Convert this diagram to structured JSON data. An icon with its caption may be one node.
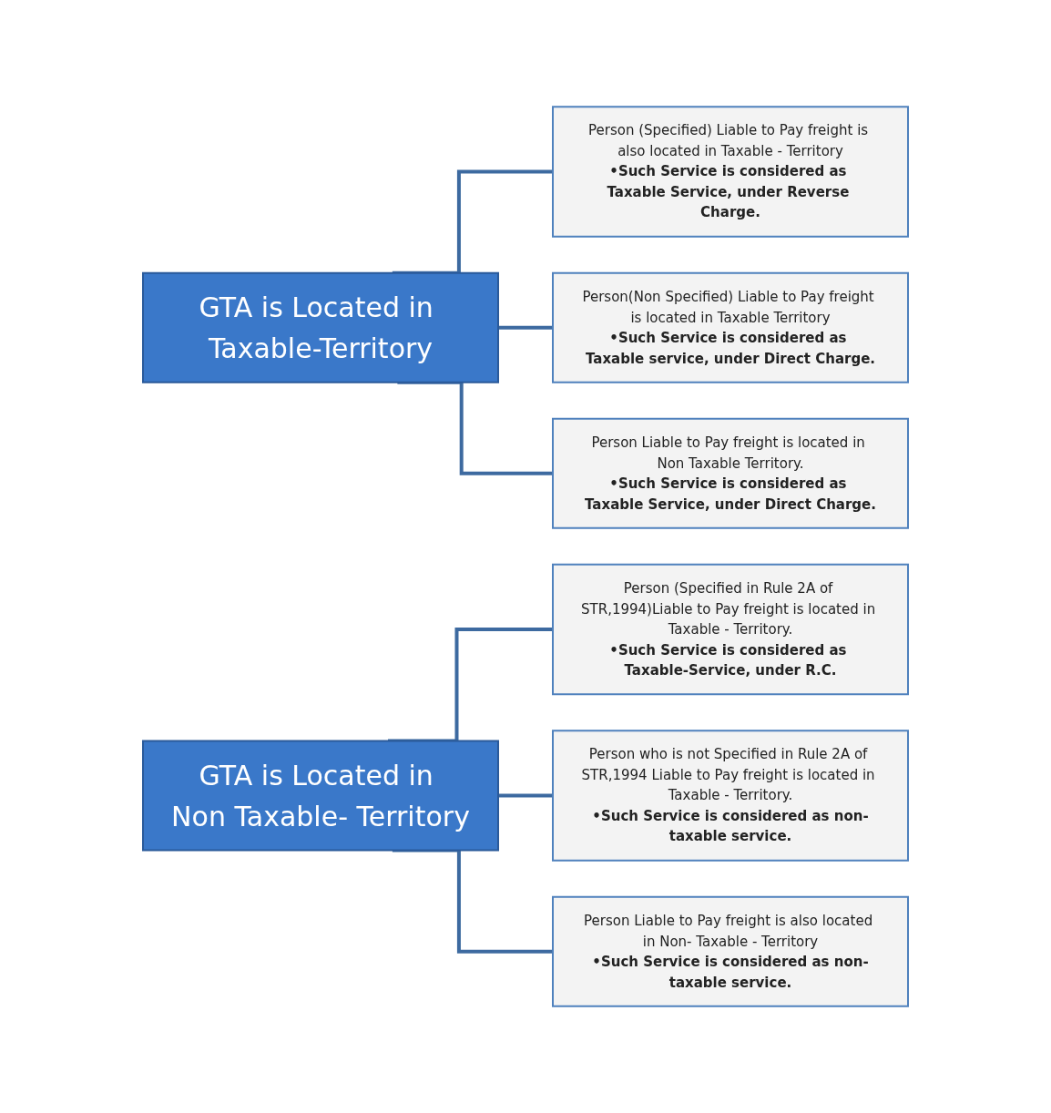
{
  "diagram": {
    "nodes": [
      {
        "text": [
          "GTA is Located in Taxable-Territory"
        ]
      },
      {
        "text": [
          "Person (Specified) Liable to Pay freight is also located in Taxable - Territory",
          "•Such Service is considered as Taxable Service, under Reverse Charge."
        ]
      },
      {
        "text": [
          "Person(Non Specified) Liable to Pay freight is located in Taxable Territory",
          "•Such Service is considered as Taxable service, under Direct Charge."
        ]
      },
      {
        "text": [
          "Person Liable to Pay freight is located in Non Taxable Territory.",
          "•Such Service is considered as Taxable Service, under Direct Charge."
        ]
      },
      {
        "text": [
          "GTA is Located in Non Taxable- Territory"
        ]
      },
      {
        "text": [
          "Person (Specified in Rule 2A of STR,1994)Liable to Pay freight is located in Taxable - Territory.",
          "•Such Service is considered as Taxable-Service, under R.C."
        ]
      },
      {
        "text": [
          "Person who is not Specified in Rule 2A of STR,1994 Liable to Pay freight is located in Taxable - Territory.",
          "•Such Service is considered as non-taxable service."
        ]
      },
      {
        "text": [
          "Person Liable to Pay freight is also located in Non- Taxable - Territory",
          "•Such Service is considered as non-taxable service."
        ]
      }
    ],
    "edges": [
      {
        "from": 0,
        "to": 1,
        "arrow": "none"
      },
      {
        "from": 0,
        "to": 2,
        "arrow": "none"
      },
      {
        "from": 0,
        "to": 3,
        "arrow": "none"
      },
      {
        "from": 4,
        "to": 5,
        "arrow": "none"
      },
      {
        "from": 4,
        "to": 6,
        "arrow": "none"
      },
      {
        "from": 4,
        "to": 7,
        "arrow": "none"
      }
    ]
  }
}
